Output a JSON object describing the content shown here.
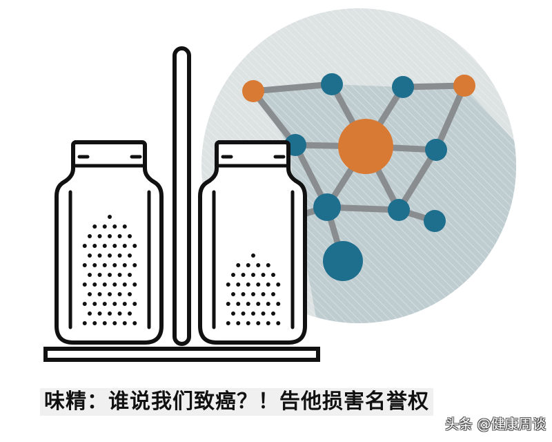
{
  "caption": {
    "title": "味精：谁说我们致癌？！告他损害名誉权"
  },
  "watermark": {
    "text": "头条 @健康周谈"
  },
  "illustration": {
    "subject": "two salt/MSG shaker jars on a stand with a molecule diagram in background",
    "icons": [
      "shaker-jar-icon",
      "molecule-icon"
    ],
    "colors": {
      "outline": "#111111",
      "background_circle": "#d9dedf",
      "shadow": "#b9c8cc",
      "node_blue": "#1e6e8e",
      "node_orange": "#d97a34",
      "bond": "#8a8d8f"
    }
  }
}
